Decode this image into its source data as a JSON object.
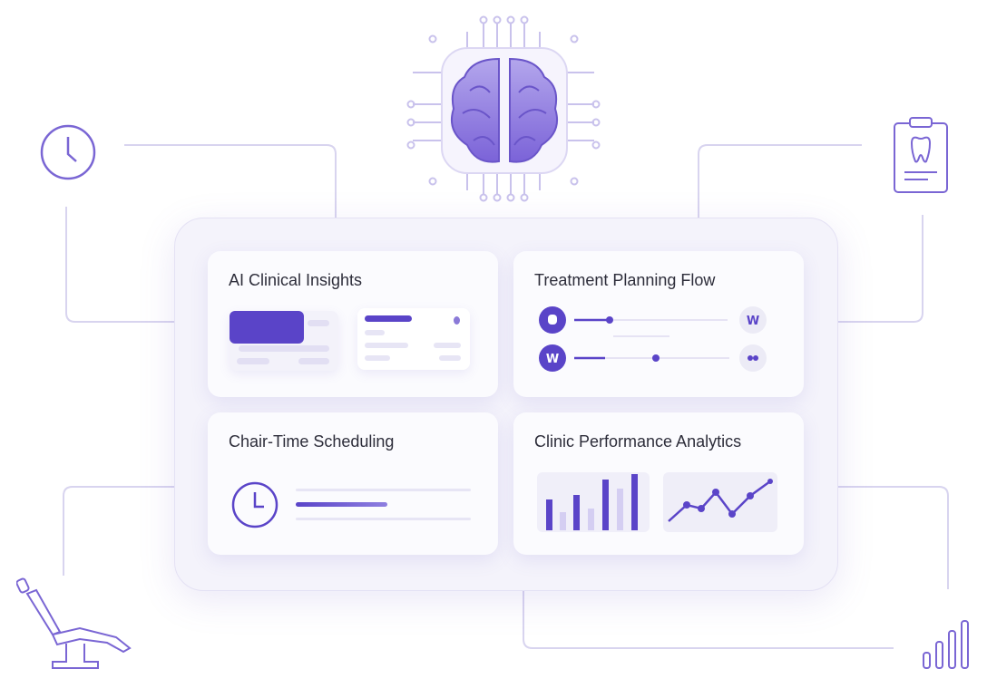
{
  "cards": {
    "insights": {
      "title": "AI Clinical Insights"
    },
    "treatment": {
      "title": "Treatment Planning Flow"
    },
    "scheduling": {
      "title": "Chair-Time Scheduling"
    },
    "analytics": {
      "title": "Clinic Performance Analytics"
    }
  },
  "icons": [
    "brain-chip-icon",
    "clock-icon",
    "clipboard-tooth-icon",
    "dental-chair-icon",
    "bar-chart-icon"
  ],
  "colors": {
    "accent": "#5a44c8",
    "line": "#d8d4ef",
    "panel": "#f4f3fb"
  }
}
